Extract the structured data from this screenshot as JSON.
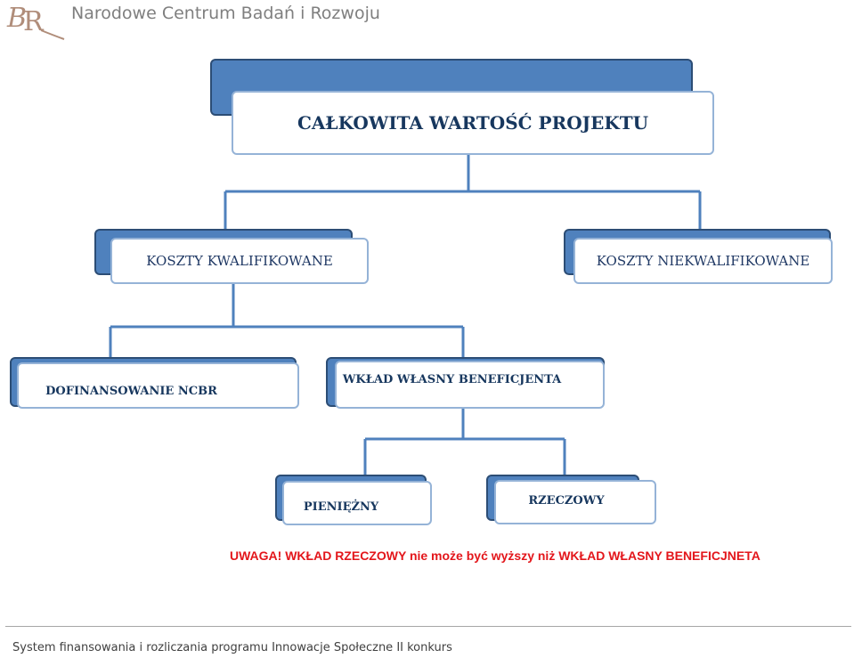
{
  "header": {
    "title": "Narodowe Centrum Badań i Rozwoju",
    "logo_text": "BR"
  },
  "diagram": {
    "root": "CAŁKOWITA WARTOŚĆ PROJEKTU",
    "level1_left": "KOSZTY KWALIFIKOWANE",
    "level1_right": "KOSZTY NIEKWALIFIKOWANE",
    "level2_left": "DOFINANSOWANIE NCBR",
    "level2_right": "WKŁAD WŁASNY BENEFICJENTA",
    "level3_left": "PIENIĘŻNY",
    "level3_right": "RZECZOWY"
  },
  "warning": "UWAGA!  WKŁAD RZECZOWY nie może być wyższy niż  WKŁAD WŁASNY BENEFICJNETA",
  "footer": {
    "text": "System finansowania i rozliczania programu Innowacje Społeczne II konkurs"
  },
  "colors": {
    "box_fill": "#4f81bd",
    "box_border": "#2c4d75",
    "front_border": "#95b3d7",
    "connector": "#4f81bd",
    "warning": "#e3161b",
    "logo": "#b08d7a"
  }
}
